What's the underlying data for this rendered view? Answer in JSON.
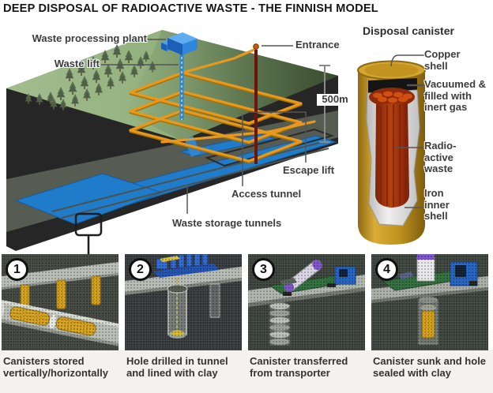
{
  "title": "DEEP DISPOSAL OF RADIOACTIVE WASTE - THE FINNISH MODEL",
  "facility": {
    "labels": {
      "waste_processing_plant": "Waste processing plant",
      "waste_lift": "Waste lift",
      "entrance": "Entrance",
      "depth": "500m",
      "escape_lift": "Escape lift",
      "access_tunnel": "Access tunnel",
      "waste_storage_tunnels": "Waste storage tunnels"
    }
  },
  "canister": {
    "heading": "Disposal canister",
    "labels": {
      "copper_shell": "Copper shell",
      "vacuum": "Vacuumed & filled with inert gas",
      "radioactive_waste": "Radio-active waste",
      "iron_shell": "Iron inner shell"
    }
  },
  "stages": [
    {
      "number": "1",
      "caption": "Canisters stored vertically/horizontally"
    },
    {
      "number": "2",
      "caption": "Hole drilled in tunnel and lined with clay"
    },
    {
      "number": "3",
      "caption": "Canister transferred from transporter"
    },
    {
      "number": "4",
      "caption": "Canister sunk and hole sealed with clay"
    }
  ],
  "colors": {
    "ramp_orange": "#E8991C",
    "tunnel_blue": "#1F7CCB",
    "canister_gold": "#C9981F",
    "waste_red": "#A83208",
    "escape_shaft_red": "#6E150B",
    "surface_green": "#8FAF7C"
  }
}
